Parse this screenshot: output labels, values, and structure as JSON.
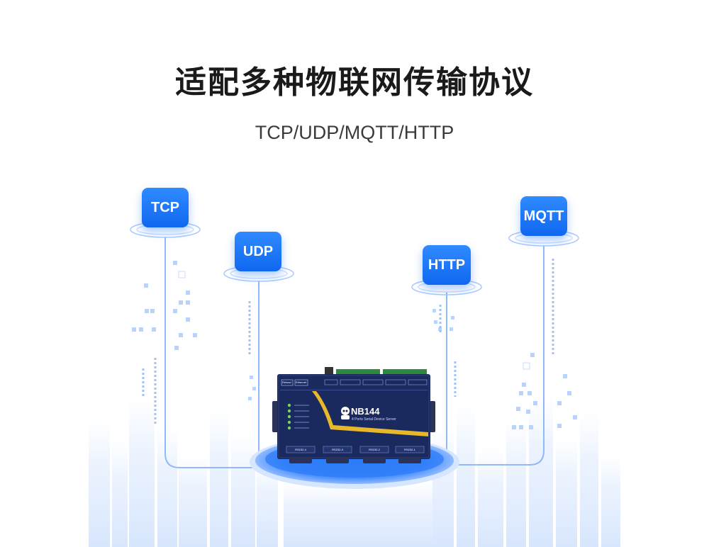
{
  "title": "适配多种物联网传输协议",
  "subtitle": "TCP/UDP/MQTT/HTTP",
  "protocols": {
    "tcp": "TCP",
    "udp": "UDP",
    "http": "HTTP",
    "mqtt": "MQTT"
  },
  "device": {
    "model": "NB144",
    "description": "4 Ports Serial Device Server",
    "top_labels": [
      "Reload",
      "Ethernet"
    ],
    "port_labels": [
      "RS232-4",
      "RS232-3",
      "RS232-2",
      "RS232-1"
    ]
  },
  "colors": {
    "accent": "#1a73f5",
    "device_body": "#1b2a5e",
    "device_stripe": "#e8b82a"
  }
}
